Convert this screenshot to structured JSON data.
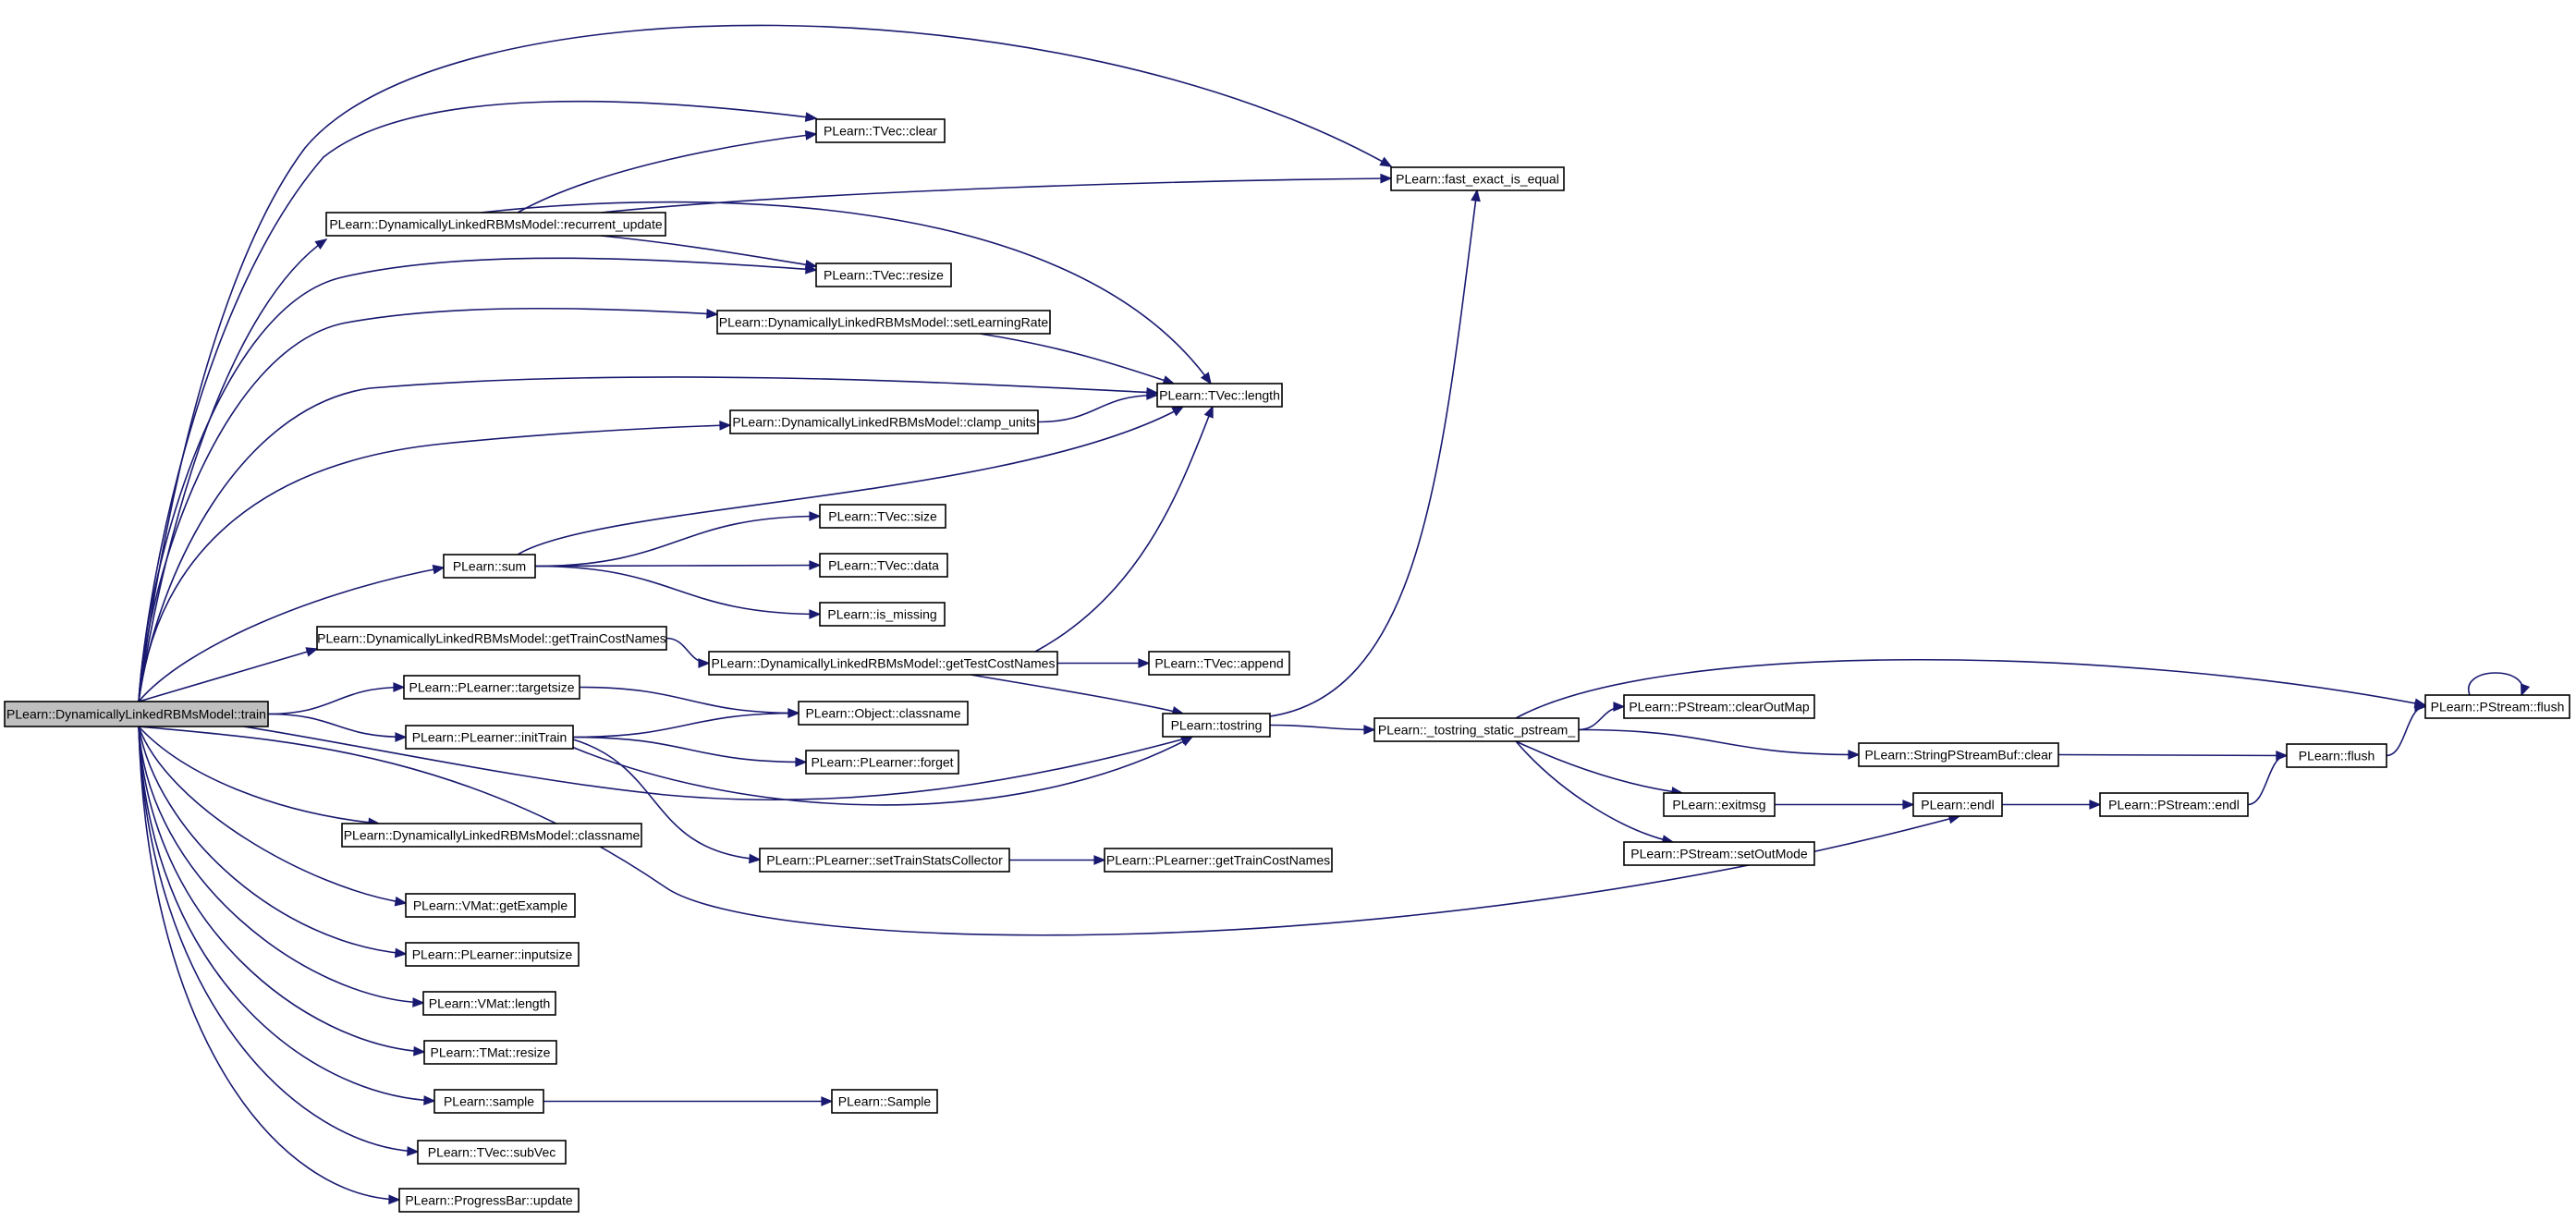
{
  "colors": {
    "edge": "#191970",
    "node_fill": "#ffffff",
    "root_fill": "#bfbfbf",
    "border": "#000000",
    "background": "#ffffff"
  },
  "root": "train",
  "nodes": [
    {
      "id": "train",
      "label": "PLearn::DynamicallyLinkedRBMsModel::train"
    },
    {
      "id": "tvec_clear",
      "label": "PLearn::TVec::clear"
    },
    {
      "id": "fast_exact",
      "label": "PLearn::fast_exact_is_equal"
    },
    {
      "id": "recurrent_update",
      "label": "PLearn::DynamicallyLinkedRBMsModel::recurrent_update"
    },
    {
      "id": "tvec_resize",
      "label": "PLearn::TVec::resize"
    },
    {
      "id": "setLearningRate",
      "label": "PLearn::DynamicallyLinkedRBMsModel::setLearningRate"
    },
    {
      "id": "tvec_length",
      "label": "PLearn::TVec::length"
    },
    {
      "id": "clamp_units",
      "label": "PLearn::DynamicallyLinkedRBMsModel::clamp_units"
    },
    {
      "id": "tvec_size",
      "label": "PLearn::TVec::size"
    },
    {
      "id": "sum",
      "label": "PLearn::sum"
    },
    {
      "id": "tvec_data",
      "label": "PLearn::TVec::data"
    },
    {
      "id": "is_missing",
      "label": "PLearn::is_missing"
    },
    {
      "id": "getTrainCostNames",
      "label": "PLearn::DynamicallyLinkedRBMsModel::getTrainCostNames"
    },
    {
      "id": "getTestCostNames",
      "label": "PLearn::DynamicallyLinkedRBMsModel::getTestCostNames"
    },
    {
      "id": "tvec_append",
      "label": "PLearn::TVec::append"
    },
    {
      "id": "targetsize",
      "label": "PLearn::PLearner::targetsize"
    },
    {
      "id": "object_classname",
      "label": "PLearn::Object::classname"
    },
    {
      "id": "tostring",
      "label": "PLearn::tostring"
    },
    {
      "id": "tostring_static",
      "label": "PLearn::_tostring_static_pstream_"
    },
    {
      "id": "clearOutMap",
      "label": "PLearn::PStream::clearOutMap"
    },
    {
      "id": "pstream_flush",
      "label": "PLearn::PStream::flush"
    },
    {
      "id": "initTrain",
      "label": "PLearn::PLearner::initTrain"
    },
    {
      "id": "forget",
      "label": "PLearn::PLearner::forget"
    },
    {
      "id": "spsb_clear",
      "label": "PLearn::StringPStreamBuf::clear"
    },
    {
      "id": "flush",
      "label": "PLearn::flush"
    },
    {
      "id": "exitmsg",
      "label": "PLearn::exitmsg"
    },
    {
      "id": "endl",
      "label": "PLearn::endl"
    },
    {
      "id": "pstream_endl",
      "label": "PLearn::PStream::endl"
    },
    {
      "id": "dlrbm_classname",
      "label": "PLearn::DynamicallyLinkedRBMsModel::classname"
    },
    {
      "id": "setOutMode",
      "label": "PLearn::PStream::setOutMode"
    },
    {
      "id": "setTrainStats",
      "label": "PLearn::PLearner::setTrainStatsCollector"
    },
    {
      "id": "pl_getTrainCostNames",
      "label": "PLearn::PLearner::getTrainCostNames"
    },
    {
      "id": "getExample",
      "label": "PLearn::VMat::getExample"
    },
    {
      "id": "inputsize",
      "label": "PLearn::PLearner::inputsize"
    },
    {
      "id": "vmat_length",
      "label": "PLearn::VMat::length"
    },
    {
      "id": "tmat_resize",
      "label": "PLearn::TMat::resize"
    },
    {
      "id": "sample",
      "label": "PLearn::sample"
    },
    {
      "id": "Sample",
      "label": "PLearn::Sample"
    },
    {
      "id": "subVec",
      "label": "PLearn::TVec::subVec"
    },
    {
      "id": "progress_update",
      "label": "PLearn::ProgressBar::update"
    }
  ],
  "edges": [
    [
      "train",
      "fast_exact"
    ],
    [
      "train",
      "tvec_clear"
    ],
    [
      "train",
      "recurrent_update"
    ],
    [
      "train",
      "tvec_resize"
    ],
    [
      "train",
      "setLearningRate"
    ],
    [
      "train",
      "tvec_length"
    ],
    [
      "train",
      "clamp_units"
    ],
    [
      "train",
      "sum"
    ],
    [
      "train",
      "getTrainCostNames"
    ],
    [
      "train",
      "targetsize"
    ],
    [
      "train",
      "initTrain"
    ],
    [
      "train",
      "tostring"
    ],
    [
      "train",
      "endl"
    ],
    [
      "train",
      "dlrbm_classname"
    ],
    [
      "train",
      "getExample"
    ],
    [
      "train",
      "inputsize"
    ],
    [
      "train",
      "vmat_length"
    ],
    [
      "train",
      "tmat_resize"
    ],
    [
      "train",
      "sample"
    ],
    [
      "train",
      "subVec"
    ],
    [
      "train",
      "progress_update"
    ],
    [
      "recurrent_update",
      "tvec_clear"
    ],
    [
      "recurrent_update",
      "fast_exact"
    ],
    [
      "recurrent_update",
      "tvec_resize"
    ],
    [
      "recurrent_update",
      "tvec_length"
    ],
    [
      "setLearningRate",
      "tvec_length"
    ],
    [
      "clamp_units",
      "tvec_length"
    ],
    [
      "sum",
      "tvec_length"
    ],
    [
      "sum",
      "tvec_size"
    ],
    [
      "sum",
      "tvec_data"
    ],
    [
      "sum",
      "is_missing"
    ],
    [
      "getTrainCostNames",
      "getTestCostNames"
    ],
    [
      "getTestCostNames",
      "tvec_length"
    ],
    [
      "getTestCostNames",
      "tvec_append"
    ],
    [
      "getTestCostNames",
      "tostring"
    ],
    [
      "targetsize",
      "object_classname"
    ],
    [
      "initTrain",
      "object_classname"
    ],
    [
      "initTrain",
      "forget"
    ],
    [
      "initTrain",
      "tostring"
    ],
    [
      "initTrain",
      "setTrainStats"
    ],
    [
      "tostring",
      "fast_exact"
    ],
    [
      "tostring",
      "tostring_static"
    ],
    [
      "tostring_static",
      "pstream_flush"
    ],
    [
      "tostring_static",
      "clearOutMap"
    ],
    [
      "tostring_static",
      "spsb_clear"
    ],
    [
      "tostring_static",
      "exitmsg"
    ],
    [
      "tostring_static",
      "setOutMode"
    ],
    [
      "spsb_clear",
      "flush"
    ],
    [
      "exitmsg",
      "endl"
    ],
    [
      "endl",
      "pstream_endl"
    ],
    [
      "pstream_endl",
      "flush"
    ],
    [
      "flush",
      "pstream_flush"
    ],
    [
      "pstream_flush",
      "pstream_flush"
    ],
    [
      "setTrainStats",
      "pl_getTrainCostNames"
    ],
    [
      "getExample",
      "getExample"
    ],
    [
      "sample",
      "Sample"
    ]
  ]
}
